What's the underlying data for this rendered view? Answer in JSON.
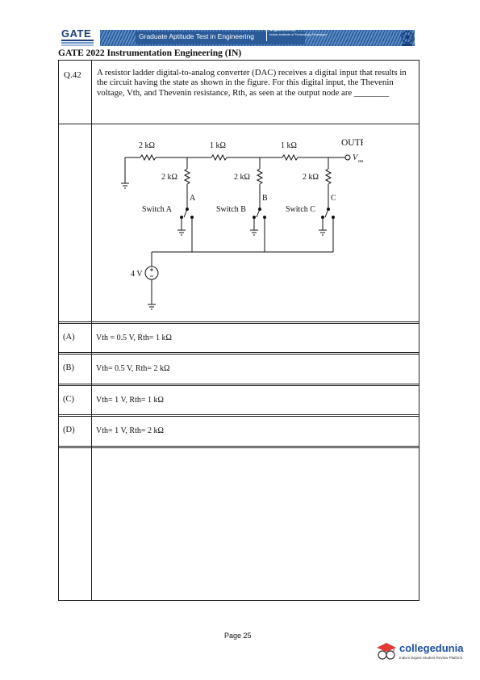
{
  "header": {
    "logo_text": "GATE",
    "banner_title": "Graduate Aptitude Test in Engineering",
    "organized_by": "Organised by",
    "organizer": "Indian Institute of Technology Kharagpur"
  },
  "doc_title": "GATE 2022 Instrumentation Engineering (IN)",
  "question": {
    "number": "Q.42",
    "text": "A resistor ladder digital-to-analog converter (DAC) receives a digital input that results in the circuit having the state as shown in the figure. For this digital input, the Thevenin voltage, Vth, and Thevenin resistance, Rth, as seen at the output node are ________"
  },
  "diagram": {
    "series_resistors": [
      "2 kΩ",
      "1 kΩ",
      "1 kΩ"
    ],
    "shunt_resistors": [
      "2 kΩ",
      "2 kΩ",
      "2 kΩ"
    ],
    "nodes": [
      "A",
      "B",
      "C"
    ],
    "switches": [
      "Switch A",
      "Switch B",
      "Switch C"
    ],
    "output_label": "OUTPUT",
    "output_symbol": "V",
    "output_subscript": "out",
    "source_label": "4 V"
  },
  "options": [
    {
      "label": "(A)",
      "vth": "Vth = 0.5 V,",
      "rth": "Rth= 1 kΩ"
    },
    {
      "label": "(B)",
      "vth": "Vth= 0.5 V,",
      "rth": "Rth= 2 kΩ"
    },
    {
      "label": "(C)",
      "vth": "Vth= 1 V,",
      "rth": "Rth= 1 kΩ"
    },
    {
      "label": "(D)",
      "vth": "Vth= 1 V,",
      "rth": "Rth= 2 kΩ"
    }
  ],
  "footer": {
    "page": "Page 25",
    "brand": "collegedunia",
    "tagline": "India's largest Student Review Platform"
  }
}
